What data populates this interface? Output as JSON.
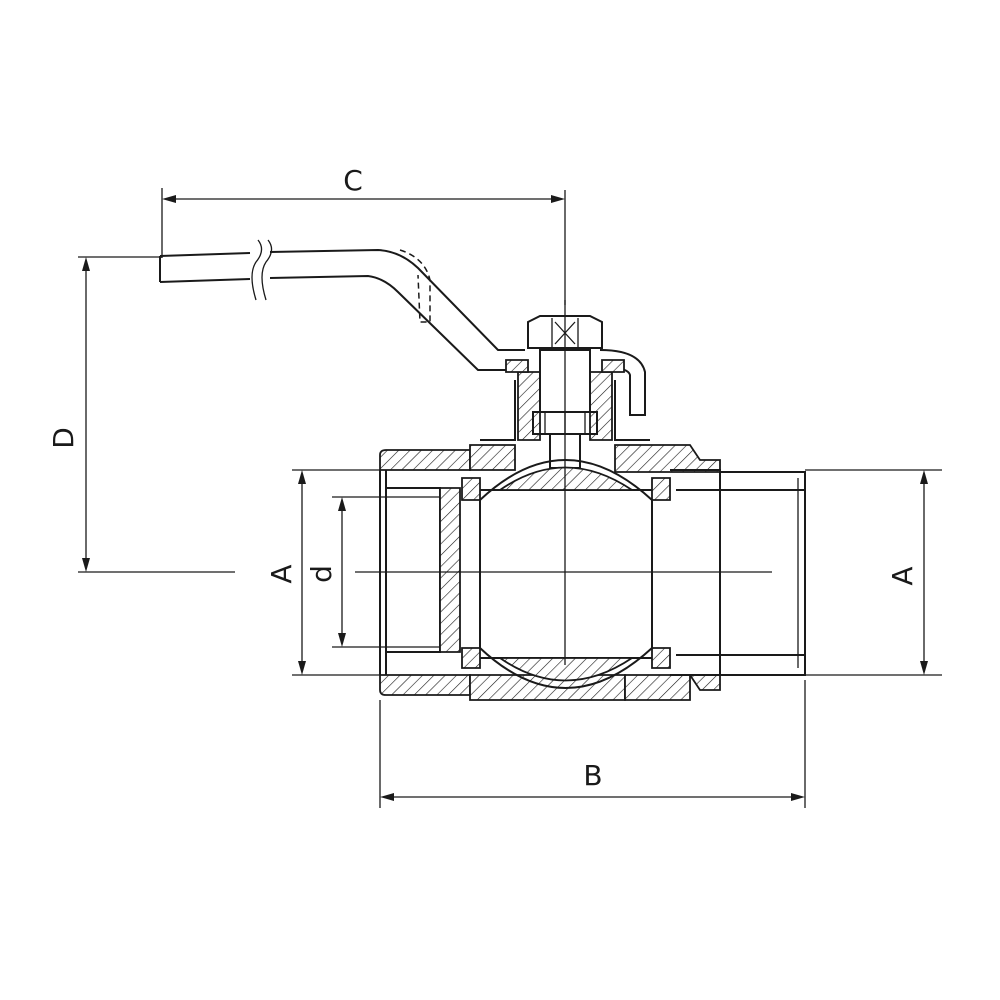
{
  "dimensions": {
    "c": "C",
    "d_upper": "D",
    "a_left": "A",
    "d_lower": "d",
    "a_right": "A",
    "b": "B"
  }
}
